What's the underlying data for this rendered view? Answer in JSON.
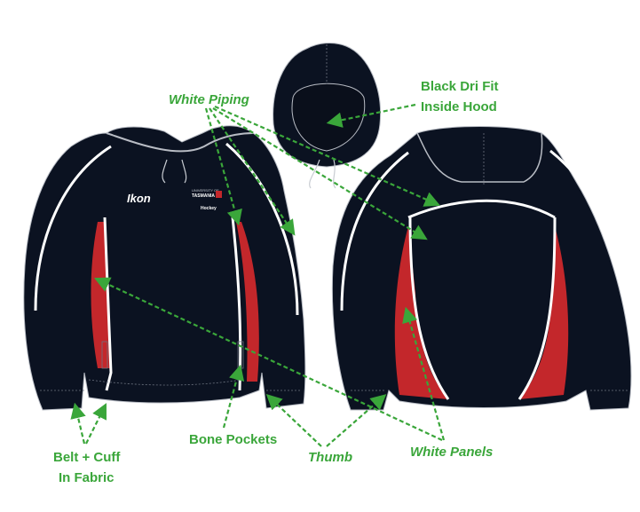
{
  "labels": {
    "white_piping": "White Piping",
    "dri_fit_line1": "Black Dri Fit",
    "dri_fit_line2": "Inside Hood",
    "belt_cuff_line1": "Belt + Cuff",
    "belt_cuff_line2": "In Fabric",
    "bone_pockets": "Bone Pockets",
    "thumb": "Thumb",
    "white_panels": "White Panels"
  },
  "garment": {
    "brand_logo": "Ikon",
    "crest_line1": "UNIVERSITY OF",
    "crest_line2": "TASMANIA",
    "team": "Hockey"
  },
  "colors": {
    "annotation": "#3aa63a",
    "fabric": "#0b1221",
    "panel": "#c3272b",
    "piping": "#ffffff"
  }
}
